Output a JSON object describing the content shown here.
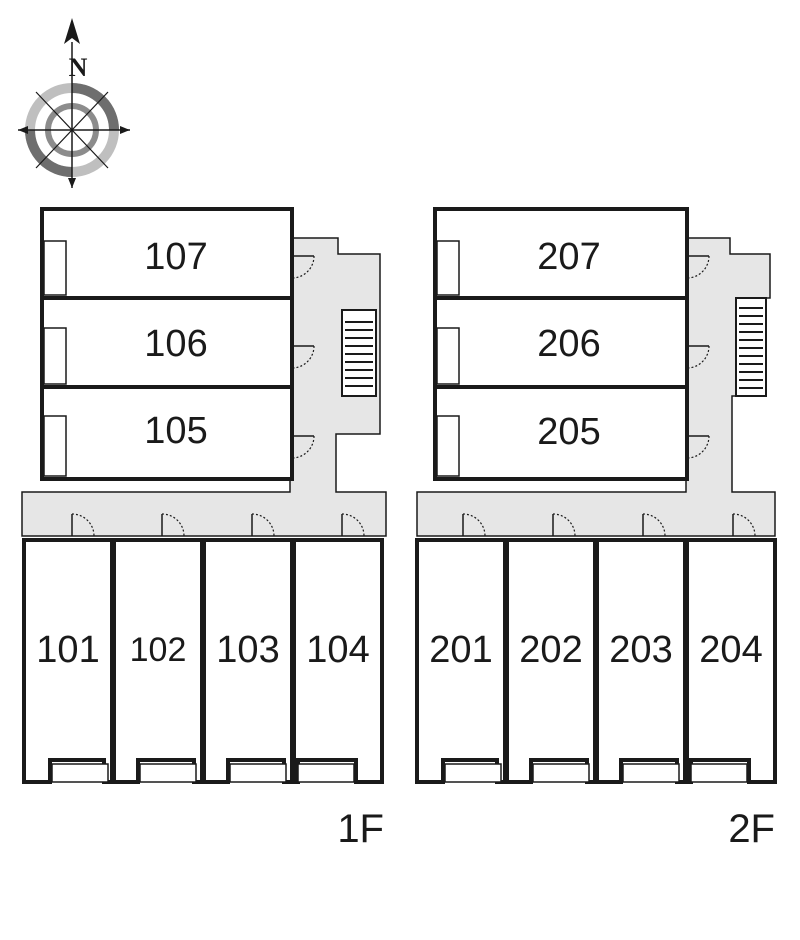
{
  "compass": {
    "north_label": "N",
    "icon": "compass-rose-icon"
  },
  "floors": [
    {
      "id": "1f",
      "label": "1F",
      "side_units": [
        "107",
        "106",
        "105"
      ],
      "bottom_units": [
        "101",
        "102",
        "103",
        "104"
      ]
    },
    {
      "id": "2f",
      "label": "2F",
      "side_units": [
        "207",
        "206",
        "205"
      ],
      "bottom_units": [
        "201",
        "202",
        "203",
        "204"
      ]
    }
  ],
  "colors": {
    "wall": "#1a1a1a",
    "corridor": "#e6e6e6",
    "compass_gray": "#8c8c8c"
  }
}
